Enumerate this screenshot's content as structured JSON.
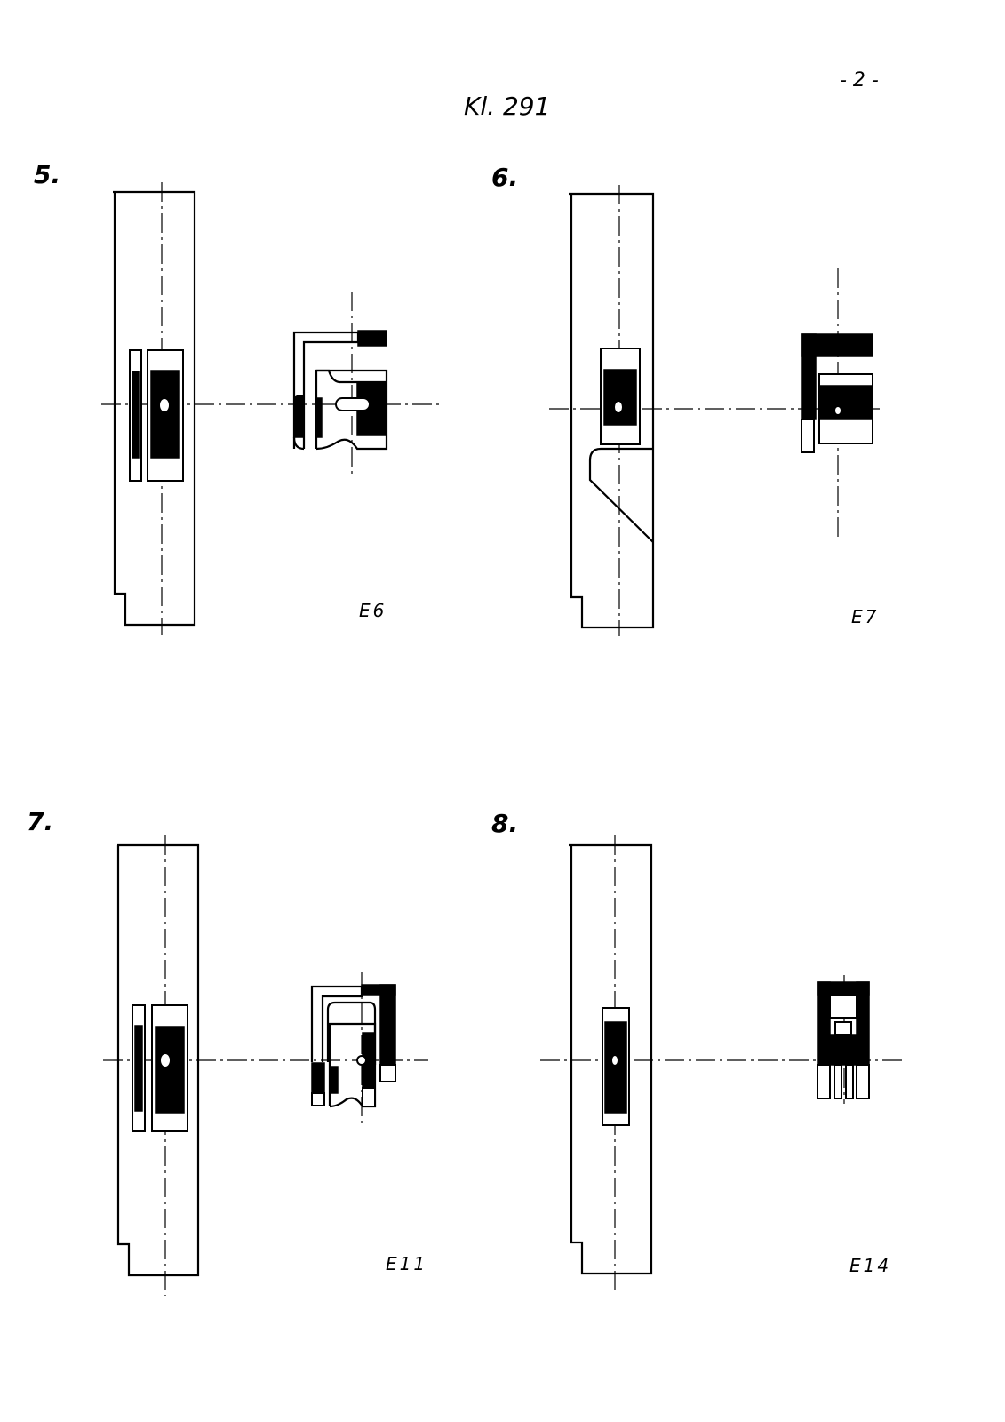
{
  "header": {
    "page_number": "- 2 -",
    "class_mark": "Kl. 291"
  },
  "figures": [
    {
      "number": "5.",
      "code": "E6"
    },
    {
      "number": "6.",
      "code": "E7"
    },
    {
      "number": "7.",
      "code": "E11"
    },
    {
      "number": "8.",
      "code": "E14"
    }
  ],
  "colors": {
    "ink": "#000000",
    "paper": "#ffffff"
  }
}
